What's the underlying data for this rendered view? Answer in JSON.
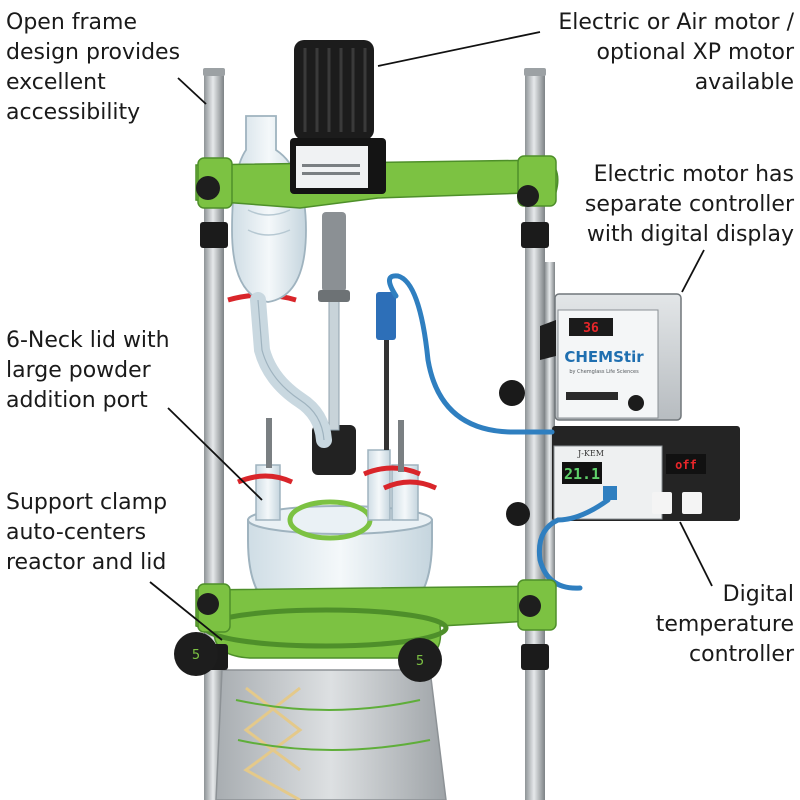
{
  "callouts": {
    "open_frame": "Open frame\ndesign provides\nexcellent\naccessibility",
    "motor": "Electric or Air motor /\noptional XP motor\navailable",
    "controller": "Electric motor has\nseparate controller\nwith digital display",
    "lid": "6-Neck lid with\nlarge powder\naddition port",
    "clamp": "Support clamp\nauto-centers\nreactor and lid",
    "temp": "Digital\ntemperature\ncontroller"
  },
  "device": {
    "stir_brand": "CHEMStir",
    "stir_sub": "by Chemglass Life Sciences",
    "stir_display": "36",
    "temp_display": "21.1",
    "temp_brand": "J-KEM",
    "temp_display2": "off",
    "knob_number": "5"
  },
  "colors": {
    "frame_green": "#7cc242",
    "frame_dark": "#4e8f2a",
    "rod": "#b9bdc0",
    "glass": "#dfeaf0",
    "mantle": "#c4c8cb",
    "cable_blue": "#2f7fc0",
    "display_red": "#e8262a",
    "motor_black": "#1c1c1c"
  }
}
